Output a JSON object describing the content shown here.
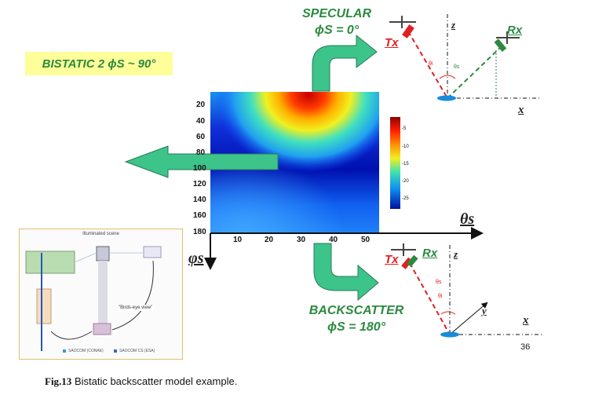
{
  "bistatic_label": "BISTATIC 2 ϕS ~ 90°",
  "specular": {
    "title": "SPECULAR",
    "phi": "ϕS = 0°"
  },
  "backscatter": {
    "title": "BACKSCATTER",
    "phi": "ϕS = 180°"
  },
  "heatmap": {
    "y_ticks": [
      "20",
      "40",
      "60",
      "80",
      "100",
      "120",
      "140",
      "160",
      "180"
    ],
    "x_ticks": [
      "10",
      "20",
      "30",
      "40",
      "50"
    ],
    "x_axis_label": "θs",
    "y_axis_label": "φs",
    "colorbar_ticks": [
      "-5",
      "-10",
      "-15",
      "-20",
      "-25"
    ]
  },
  "geometry": {
    "tx_label": "Tx",
    "rx_label": "Rx",
    "z_label": "z",
    "x_label": "x",
    "y_label": "y",
    "theta_i": "θi",
    "theta_s": "θs"
  },
  "inset": {
    "title": "Illuminated scene",
    "birds_eye": "\"Birds-eye view\"",
    "legend": [
      "SAOCOM (CONAE)",
      "SAOCOM CS (ESA)"
    ]
  },
  "page_number": "36",
  "caption": {
    "fig": "Fig.13",
    "text": "Bistatic backscatter model example."
  }
}
